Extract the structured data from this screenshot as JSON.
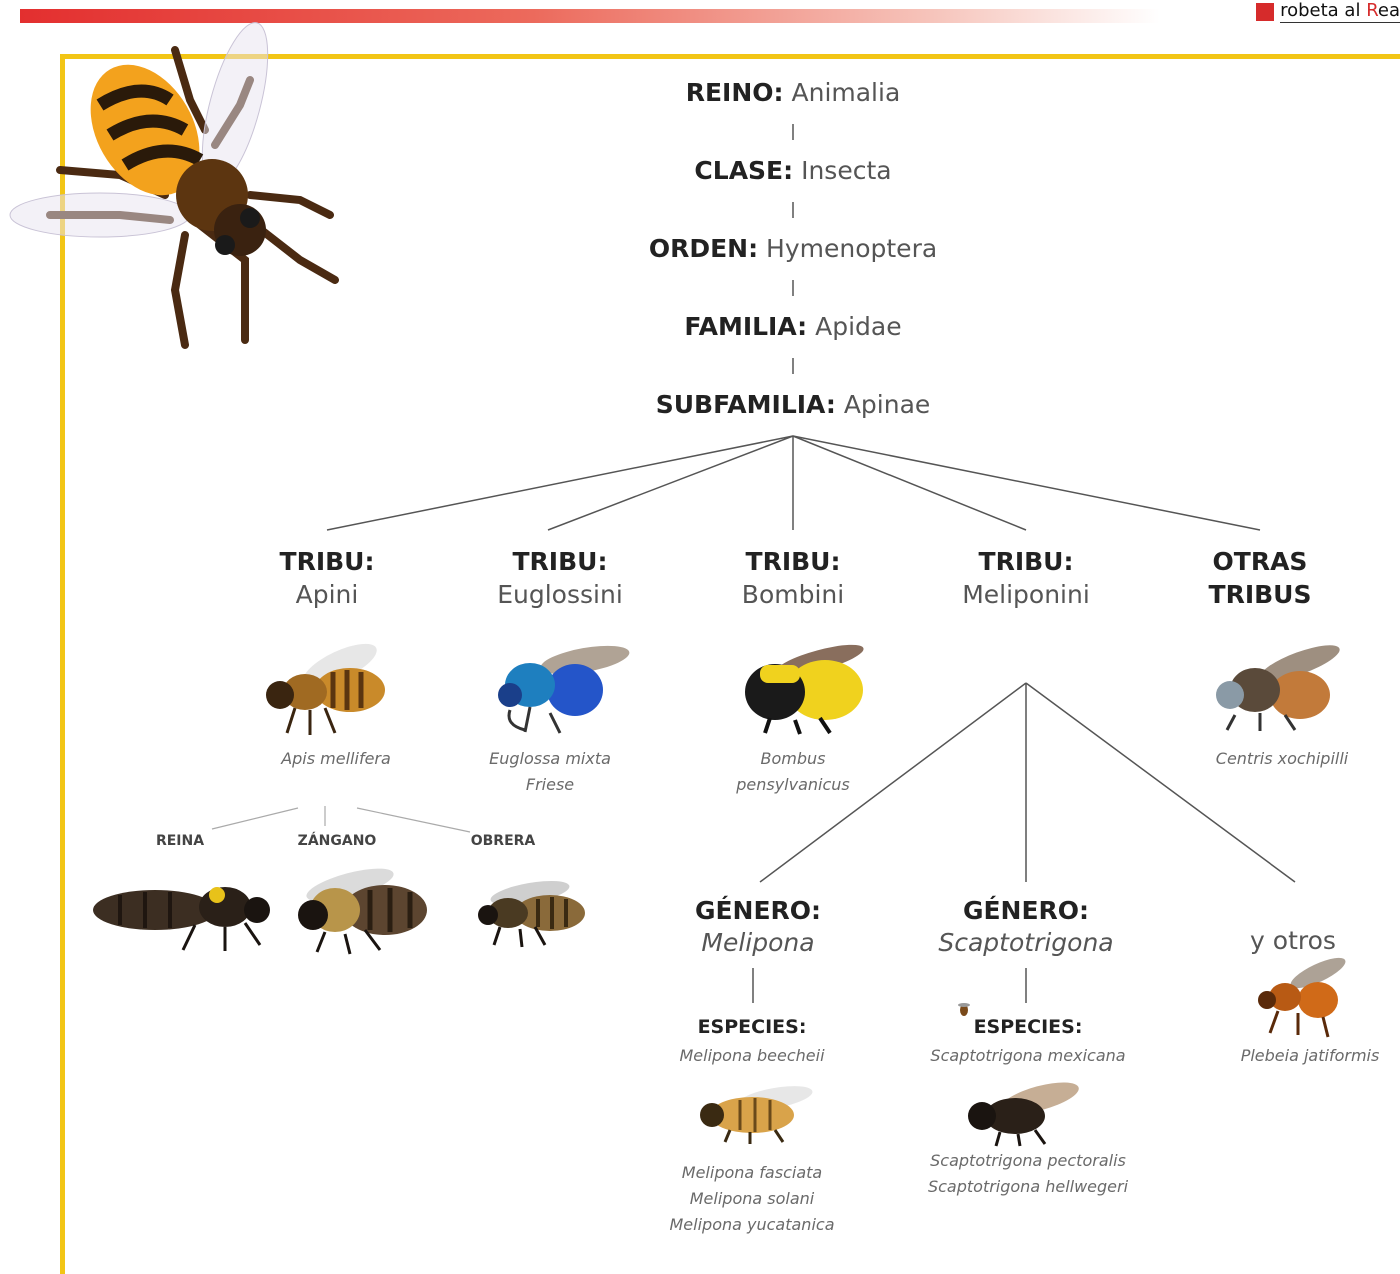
{
  "brand": {
    "text_before": "robeta al ",
    "text_accent": "R",
    "text_after": "ea"
  },
  "ranks": [
    {
      "label": "REINO:",
      "value": "Animalia"
    },
    {
      "label": "CLASE:",
      "value": "Insecta"
    },
    {
      "label": "ORDEN:",
      "value": "Hymenoptera"
    },
    {
      "label": "FAMILIA:",
      "value": "Apidae"
    },
    {
      "label": "SUBFAMILIA:",
      "value": "Apinae"
    }
  ],
  "tribes": [
    {
      "label": "TRIBU:",
      "name": "Apini",
      "caption": [
        "Apis mellifera"
      ]
    },
    {
      "label": "TRIBU:",
      "name": "Euglossini",
      "caption": [
        "Euglossa mixta",
        "Friese"
      ]
    },
    {
      "label": "TRIBU:",
      "name": "Bombini",
      "caption": [
        "Bombus",
        "pensylvanicus"
      ]
    },
    {
      "label": "TRIBU:",
      "name": "Meliponini",
      "caption": []
    },
    {
      "label": "OTRAS",
      "name": "TRIBUS",
      "caption": [
        "Centris xochipilli"
      ]
    }
  ],
  "castes": [
    "REINA",
    "ZÁNGANO",
    "OBRERA"
  ],
  "genera": [
    {
      "label": "GÉNERO:",
      "name": "Melipona",
      "species_label": "ESPECIES:",
      "species_top": "Melipona beecheii",
      "species_more": [
        "Melipona fasciata",
        "Melipona solani",
        "Melipona yucatanica"
      ]
    },
    {
      "label": "GÉNERO:",
      "name": "Scaptotrigona",
      "species_label": "ESPECIES:",
      "species_top": "Scaptotrigona mexicana",
      "species_more": [
        "Scaptotrigona pectoralis",
        "Scaptotrigona hellwegeri"
      ]
    }
  ],
  "others": {
    "label": "y otros",
    "species": "Plebeia jatiformis"
  },
  "colors": {
    "accent_red": "#d62b2b",
    "frame_yellow": "#f2c515",
    "bee_orange": "#f3a21d"
  }
}
